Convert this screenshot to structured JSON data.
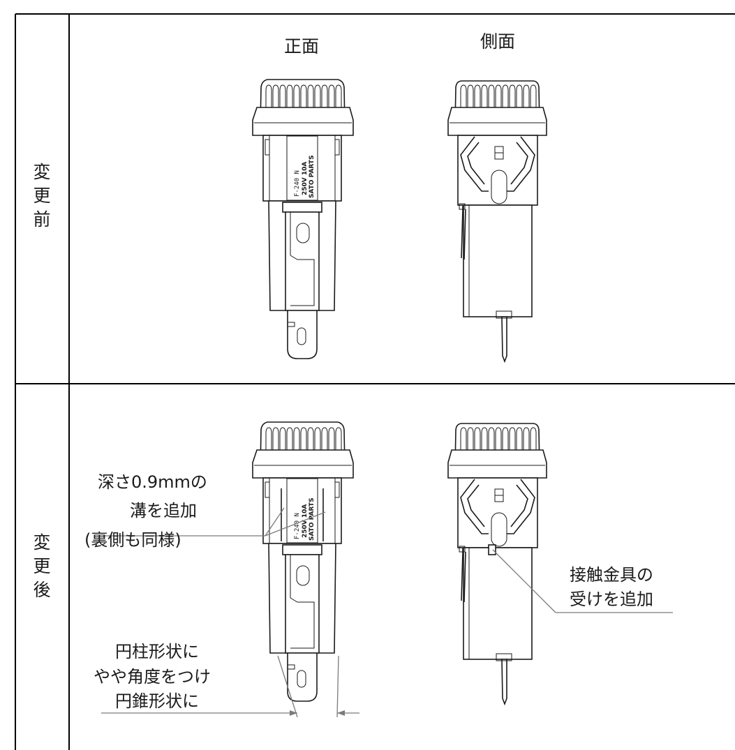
{
  "table": {
    "rows": [
      {
        "side_label": [
          "変",
          "更",
          "前"
        ],
        "views": {
          "front": "正面",
          "side": "側面"
        }
      },
      {
        "side_label": [
          "変",
          "更",
          "後"
        ],
        "annotations": {
          "groove": [
            "深さ0.9mmの",
            "溝を追加",
            "(裏側も同様)"
          ],
          "contact": [
            "接触金具の",
            "受けを追加"
          ],
          "cone": [
            "円柱形状に",
            "やや角度をつけ",
            "円錐形状に"
          ]
        }
      }
    ]
  },
  "part_marking": {
    "model": "F-240 N",
    "rating": "250V  10A",
    "maker": "SATO PARTS"
  }
}
